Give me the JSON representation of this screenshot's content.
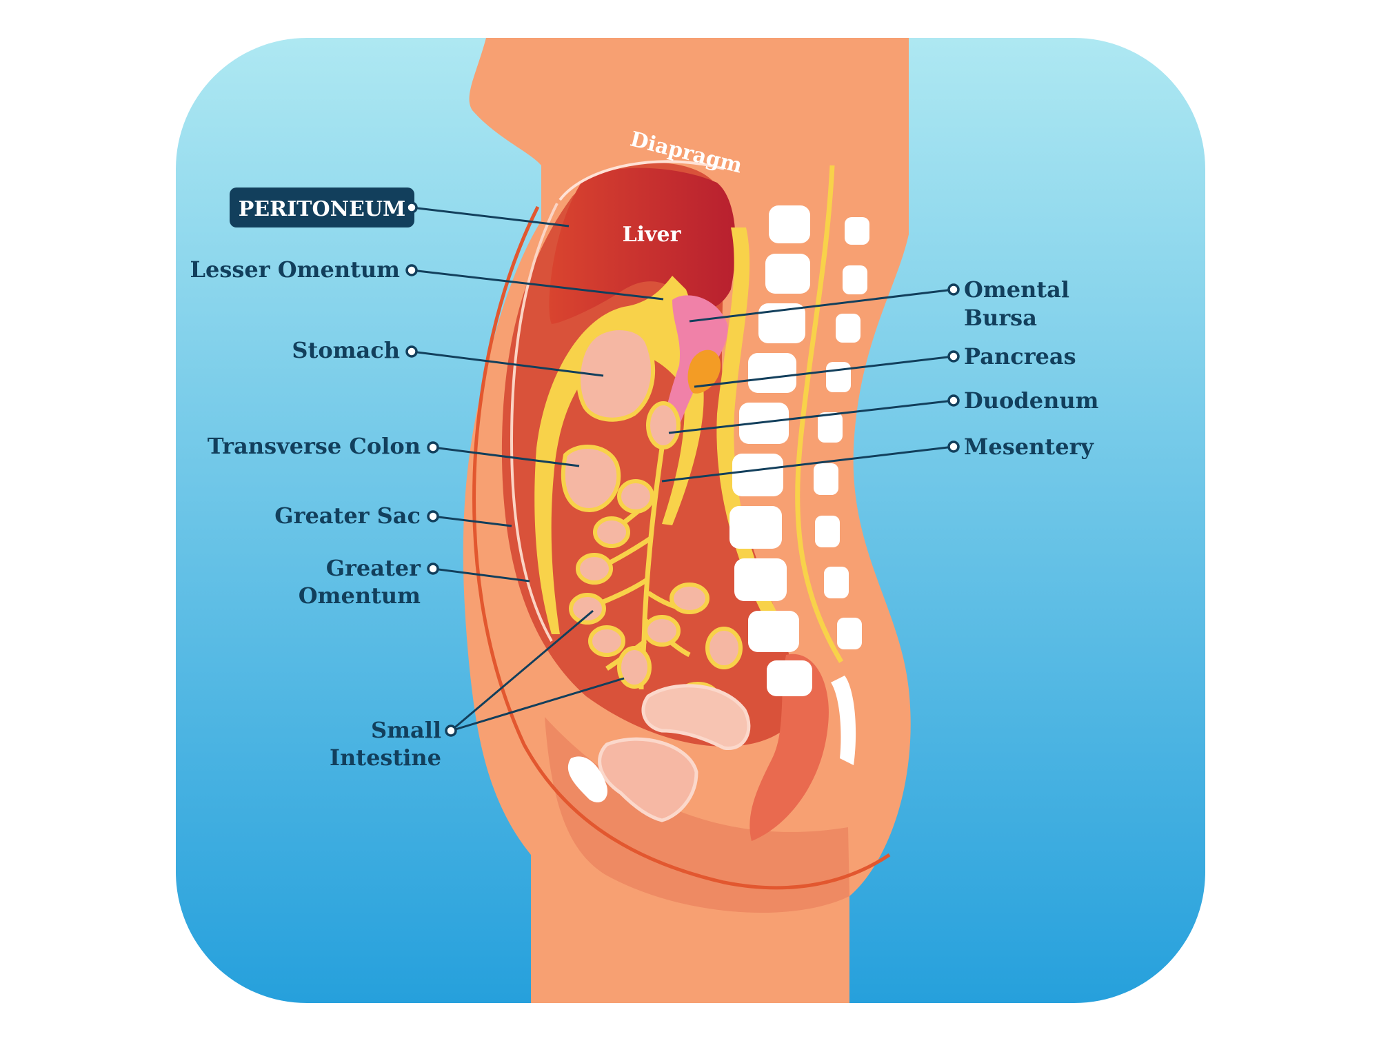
{
  "title": "PERITONEUM",
  "organ_labels": {
    "liver": "Liver",
    "diaphragm": "Diapragm"
  },
  "labels_left": {
    "lesser_omentum": "Lesser Omentum",
    "stomach": "Stomach",
    "transverse_colon": "Transverse Colon",
    "greater_sac": "Greater Sac",
    "greater_omentum_1": "Greater",
    "greater_omentum_2": "Omentum",
    "small_intestine_1": "Small",
    "small_intestine_2": "Intestine"
  },
  "labels_right": {
    "omental_bursa_1": "Omental",
    "omental_bursa_2": "Bursa",
    "pancreas": "Pancreas",
    "duodenum": "Duodenum",
    "mesentery": "Mesentery"
  },
  "colors": {
    "background_top": "#a9e6f1",
    "background_bottom": "#29a2dd",
    "body": "#f7a072",
    "body_outline": "#e2572f",
    "cavity": "#d9523a",
    "liver": "#c22b2b",
    "peritoneum_layer": "#f8d24a",
    "omental_bursa": "#f081a8",
    "pancreas": "#f39c25",
    "label_text": "#123f5c",
    "title_badge": "#123f5c"
  }
}
